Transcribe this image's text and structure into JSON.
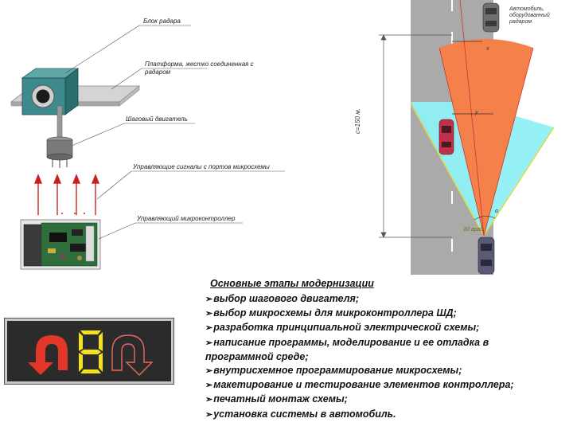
{
  "diagram": {
    "labels": {
      "radar_unit": "Блок радара",
      "platform": "Платформа, жестко соединенная с радаром",
      "stepper_motor": "Шаговый двигатель",
      "control_signals": "Управляющие сигналы с портов микросхемы",
      "controller": "Управляющий микроконтроллер"
    },
    "road": {
      "zone_width_x": "x",
      "zone_width_y": "y",
      "distance": "c=150 м.",
      "car_note": "Автомобиль, оборудованный радаром",
      "angle_label": "α",
      "angle_caption": "10 град."
    },
    "colors": {
      "orange_beam": "#f4804a",
      "cyan_beam": "#8ff0f4",
      "road": "#aaaaaa",
      "display_bg": "#2b2b2b",
      "red_arrow": "#e23628",
      "digit": "#f2e21e"
    }
  },
  "display": {
    "digit_value": "8"
  },
  "content": {
    "title": "Основные этапы модернизации",
    "bullet_glyph": "➢",
    "steps": [
      "выбор шагового двигателя;",
      "выбор микросхемы для микроконтроллера ШД;",
      "разработка принципиальной электрической схемы;",
      "написание программы, моделирование и ее отладка в программной среде;",
      "внутрисхемное программирование микросхемы;",
      "макетирование и тестирование элементов контроллера;",
      "печатный монтаж схемы;",
      "установка системы в автомобиль."
    ]
  }
}
